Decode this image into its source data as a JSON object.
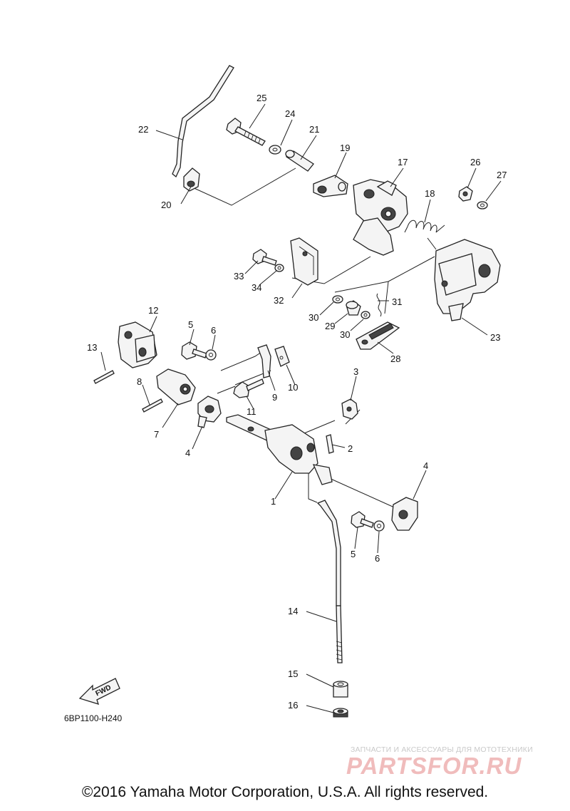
{
  "callouts": {
    "c1": "1",
    "c2": "2",
    "c3": "3",
    "c4a": "4",
    "c4b": "4",
    "c5a": "5",
    "c5b": "5",
    "c6a": "6",
    "c6b": "6",
    "c7": "7",
    "c8": "8",
    "c9": "9",
    "c10": "10",
    "c11": "11",
    "c12": "12",
    "c13": "13",
    "c14": "14",
    "c15": "15",
    "c16": "16",
    "c17": "17",
    "c18": "18",
    "c19": "19",
    "c20": "20",
    "c21": "21",
    "c22": "22",
    "c23": "23",
    "c24": "24",
    "c25": "25",
    "c26": "26",
    "c27": "27",
    "c28": "28",
    "c29": "29",
    "c30a": "30",
    "c30b": "30",
    "c31": "31",
    "c32": "32",
    "c33": "33",
    "c34": "34"
  },
  "diagram_code": "6BP1100-H240",
  "fwd_label": "FWD",
  "watermark": {
    "tagline": "ЗАПЧАСТИ И АКСЕССУАРЫ ДЛЯ МОТОТЕХНИКИ",
    "logo": "PARTSFOR.RU"
  },
  "copyright": "©2016 Yamaha Motor Corporation, U.S.A. All rights reserved."
}
